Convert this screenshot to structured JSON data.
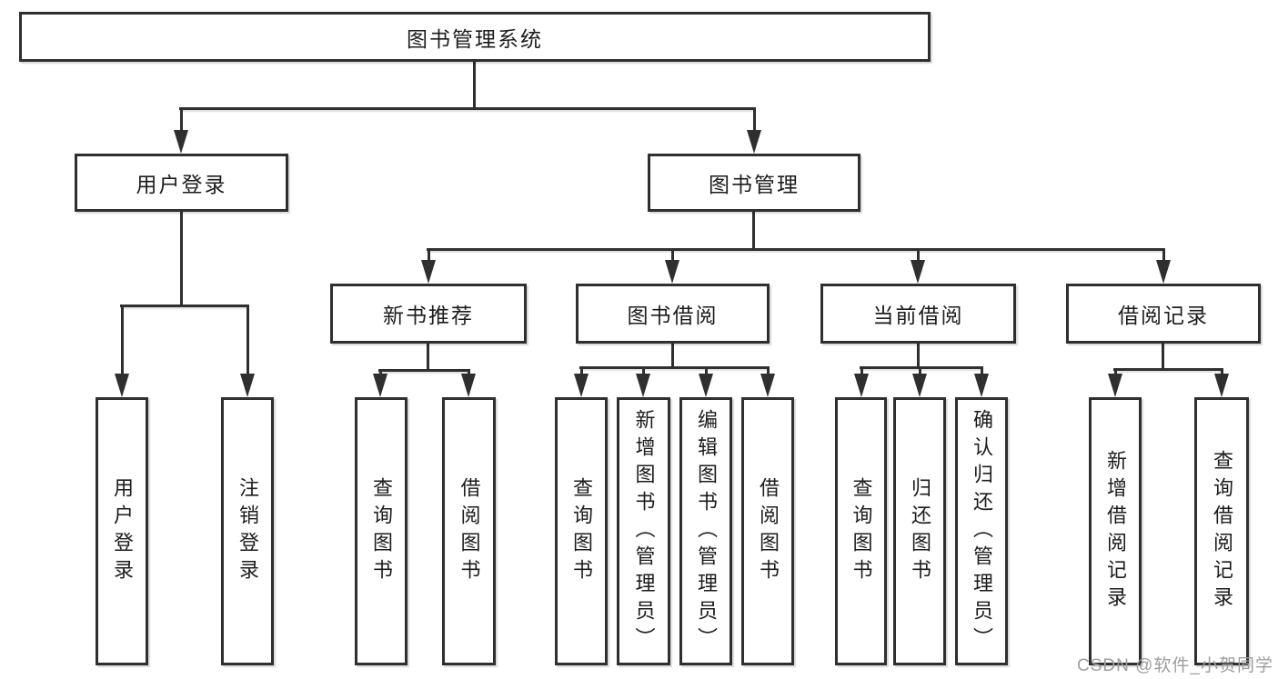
{
  "diagram": {
    "root": {
      "label": "图书管理系统",
      "children": [
        {
          "label": "用户登录",
          "children": [
            {
              "label": "用户登录"
            },
            {
              "label": "注销登录"
            }
          ]
        },
        {
          "label": "图书管理",
          "children": [
            {
              "label": "新书推荐",
              "children": [
                {
                  "label": "查询图书"
                },
                {
                  "label": "借阅图书"
                }
              ]
            },
            {
              "label": "图书借阅",
              "children": [
                {
                  "label": "查询图书"
                },
                {
                  "label": "新增图书（管理员）"
                },
                {
                  "label": "编辑图书（管理员）"
                },
                {
                  "label": "借阅图书"
                }
              ]
            },
            {
              "label": "当前借阅",
              "children": [
                {
                  "label": "查询图书"
                },
                {
                  "label": "归还图书"
                },
                {
                  "label": "确认归还（管理员）"
                }
              ]
            },
            {
              "label": "借阅记录",
              "children": [
                {
                  "label": "新增借阅记录"
                },
                {
                  "label": "查询借阅记录"
                }
              ]
            }
          ]
        }
      ]
    }
  },
  "watermark": {
    "text": "CSDN @软件_小贺同学"
  },
  "colors": {
    "line": "#2f2f2f",
    "text": "#1c1c1c",
    "watermark": "#9e9e9e",
    "background": "#ffffff"
  }
}
